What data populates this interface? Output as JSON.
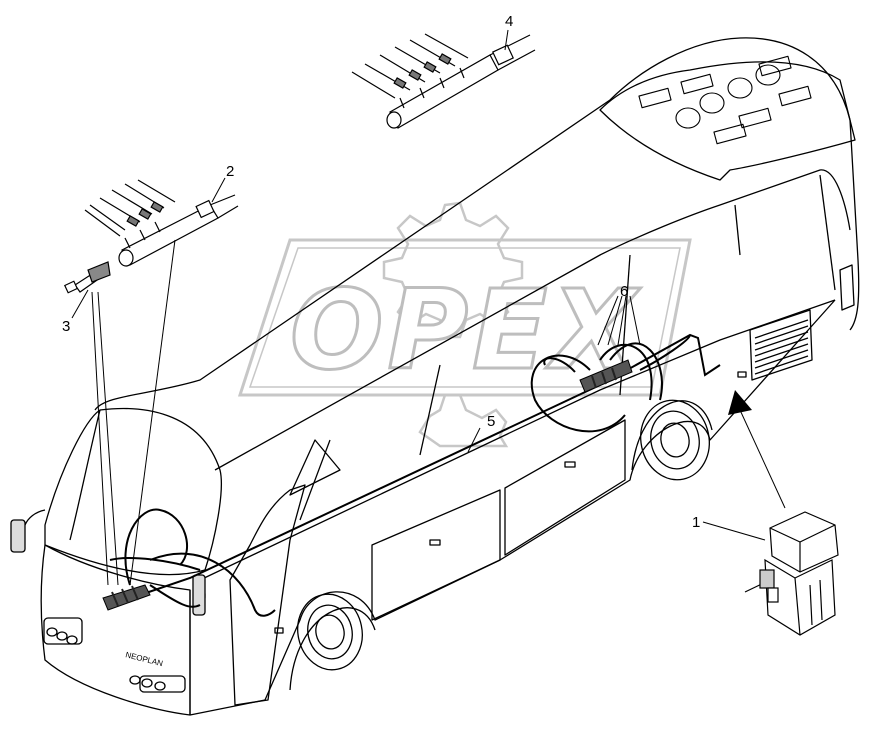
{
  "watermark": {
    "text": "OPEX",
    "color": "#9a9a9a"
  },
  "callouts": [
    {
      "id": "1",
      "text": "1"
    },
    {
      "id": "2",
      "text": "2"
    },
    {
      "id": "3",
      "text": "3"
    },
    {
      "id": "4",
      "text": "4"
    },
    {
      "id": "5",
      "text": "5"
    },
    {
      "id": "6",
      "text": "6"
    }
  ],
  "badge": {
    "text": "NEOPLAN"
  },
  "colors": {
    "line": "#000000",
    "connector_fill": "#555555",
    "background": "#ffffff"
  }
}
